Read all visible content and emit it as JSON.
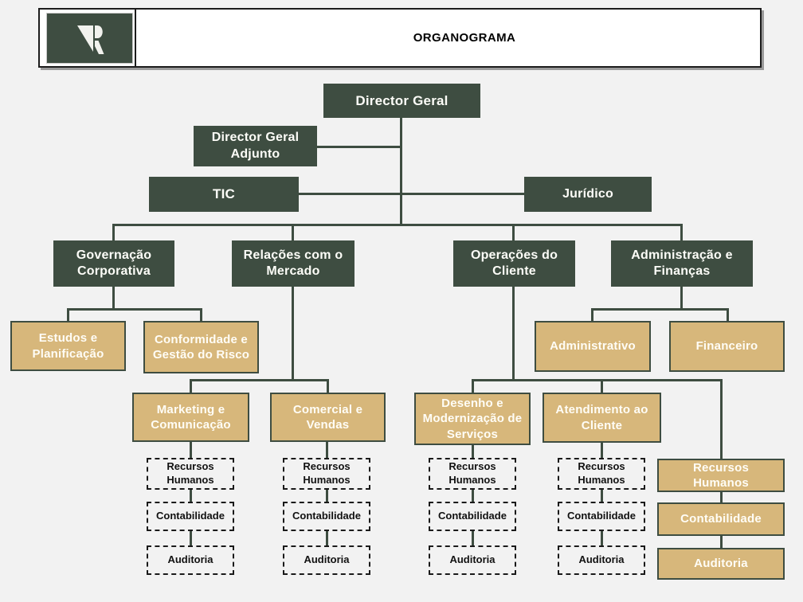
{
  "header": {
    "title": "ORGANOGRAMA",
    "logo_icon": "r-monogram-logo"
  },
  "colors": {
    "dark_green": "#3e4d41",
    "tan": "#d7b77b",
    "background": "#f2f2f2",
    "dashed_border": "#1a1a1a"
  },
  "org": {
    "director_geral": "Director Geral",
    "director_geral_adjunto": "Director Geral Adjunto",
    "staff": {
      "tic": "TIC",
      "juridico": "Jurídico"
    },
    "branches": {
      "governacao": "Governação Corporativa",
      "relacoes": "Relações com o Mercado",
      "operacoes": "Operações do Cliente",
      "administracao": "Administração e Finanças"
    },
    "departments": {
      "estudos": "Estudos e Planificação",
      "conformidade": "Conformidade e Gestão do Risco",
      "administrativo": "Administrativo",
      "financeiro": "Financeiro",
      "marketing": "Marketing e Comunicação",
      "comercial": "Comercial e Vendas",
      "desenho": "Desenho e Modernização de Serviços",
      "atendimento": "Atendimento ao Cliente"
    },
    "shared_services": {
      "recursos_humanos": "Recursos Humanos",
      "contabilidade": "Contabilidade",
      "auditoria": "Auditoria"
    }
  }
}
